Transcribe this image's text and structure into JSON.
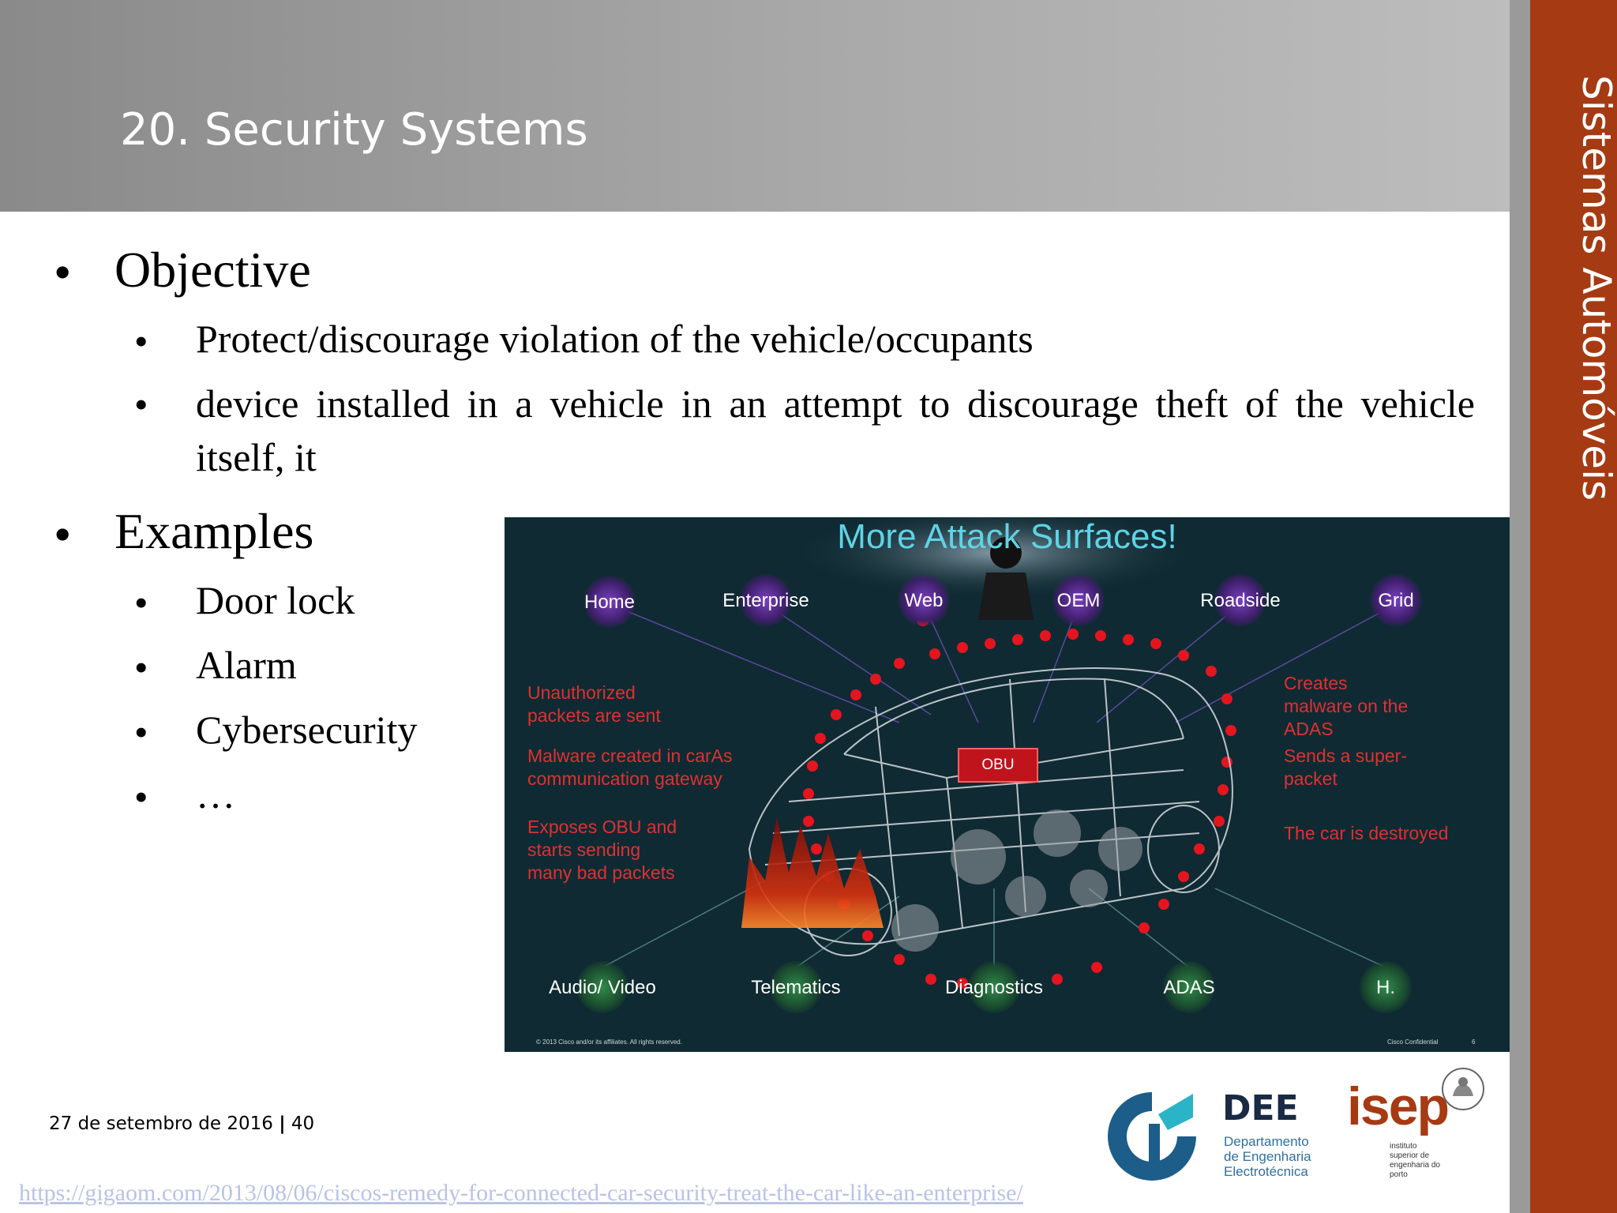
{
  "header": {
    "title": "20. Security Systems"
  },
  "sidebar": {
    "label": "Sistemas Automóveis"
  },
  "content": {
    "objective": {
      "heading": "Objective",
      "items": [
        "Protect/discourage violation of the vehicle/occupants",
        " device installed in a vehicle in an attempt to discourage theft of the vehicle itself, it"
      ]
    },
    "examples": {
      "heading": "Examples",
      "items": [
        "Door lock",
        "Alarm",
        "Cybersecurity",
        "…"
      ]
    },
    "bullet_char": "•"
  },
  "figure": {
    "title": "More Attack Surfaces!",
    "top_nodes": [
      "Home",
      "Enterprise",
      "Web",
      "OEM",
      "Roadside",
      "Grid"
    ],
    "bottom_nodes": [
      "Audio/ Video",
      "Telematics",
      "Diagnostics",
      "ADAS",
      "H."
    ],
    "left_notes": [
      "Unauthorized\npackets are sent",
      "Malware created in carAs\ncommunication gateway",
      "Exposes OBU and\nstarts sending\nmany bad packets"
    ],
    "right_notes": [
      "Creates\nmalware on the\nADAS",
      "Sends a super-\npacket",
      "The car is destroyed"
    ],
    "obu_label": "OBU",
    "footer_left": "© 2013 Cisco and/or its affiliates. All rights reserved.",
    "footer_right": "Cisco Confidential",
    "footer_page": "6",
    "colors": {
      "background": "#0f2a33",
      "title": "#5fd3e6",
      "notes": "#e03030",
      "top_node": "#7a3fc0",
      "bottom_node": "#2f8a4a"
    }
  },
  "footer": {
    "date": "27 de setembro de 2016",
    "separator": "|",
    "page": "40",
    "source_link": "https://gigaom.com/2013/08/06/ciscos-remedy-for-connected-car-security-treat-the-car-like-an-enterprise/"
  },
  "logos": {
    "dee": "DEE",
    "dee_subtitle": "Departamento\nde Engenharia\nElectrotécnica",
    "isep": "isep",
    "isep_subtitle": "instituto\nsuperior de\nengenharia do\nporto"
  },
  "colors": {
    "sidebar": "#a63a12",
    "header": "#a9a9a9",
    "link": "#b9c3e6"
  }
}
